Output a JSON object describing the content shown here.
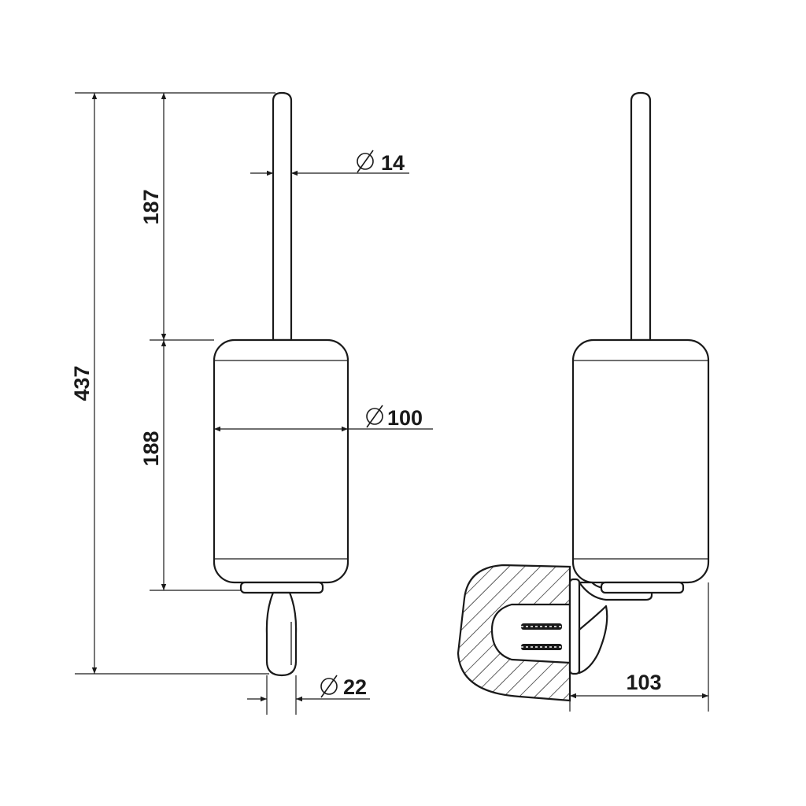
{
  "dimensions": {
    "overall_height": "437",
    "handle_length": "187",
    "body_height": "188",
    "handle_diameter": "14",
    "body_diameter": "100",
    "foot_diameter": "22",
    "wall_projection": "103"
  },
  "symbols": {
    "diameter": "diameter-symbol"
  },
  "colors": {
    "line": "#1a1a1a",
    "background": "#ffffff"
  }
}
